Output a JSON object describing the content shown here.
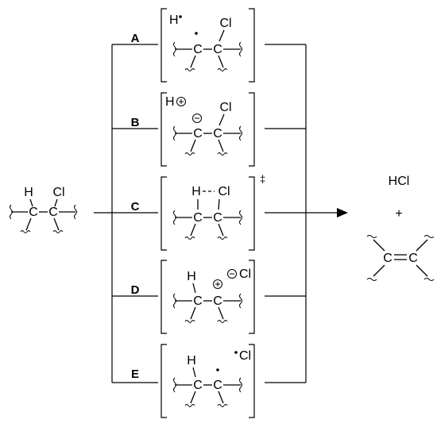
{
  "reactant": {
    "h": "H",
    "c1": "C",
    "c2": "C",
    "cl": "Cl"
  },
  "paths": [
    {
      "label": "A",
      "h": "H",
      "c1": "C",
      "c2": "C",
      "cl": "Cl"
    },
    {
      "label": "B",
      "h": "H",
      "c1": "C",
      "c2": "C",
      "cl": "Cl"
    },
    {
      "label": "C",
      "h": "H",
      "c1": "C",
      "c2": "C",
      "cl": "Cl",
      "dagger": "‡"
    },
    {
      "label": "D",
      "h": "H",
      "c1": "C",
      "c2": "C",
      "cl": "Cl"
    },
    {
      "label": "E",
      "h": "H",
      "c1": "C",
      "c2": "C",
      "cl": "Cl"
    }
  ],
  "product": {
    "hcl": "HCl",
    "plus": "+",
    "c1": "C",
    "c2": "C"
  }
}
